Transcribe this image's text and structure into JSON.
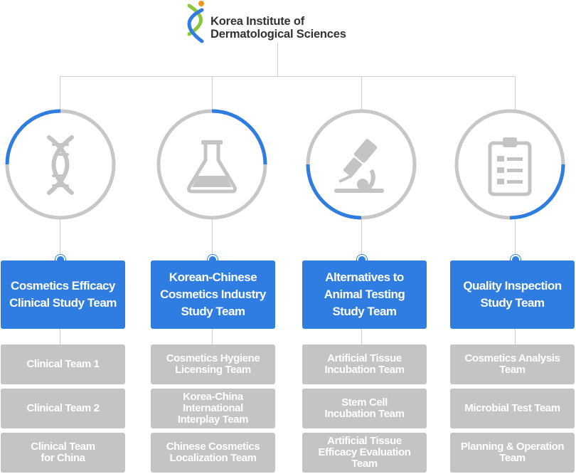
{
  "header": {
    "org_name_line1": "Korea Institute of",
    "org_name_line2": "Dermatological Sciences",
    "logo_icon": "dna-helix-logo-icon"
  },
  "colors": {
    "accent_blue": "#2f7de1",
    "ring_gray": "#c7c7c7",
    "icon_gray": "#c4c4c4",
    "sub_team_gray": "#c4c4c4",
    "connector_gray": "#cfcfcf"
  },
  "divisions": [
    {
      "icon": "dna-icon",
      "progress": 0.25,
      "team": "Cosmetics Efficacy\nClinical Study Team",
      "sub_teams": [
        "Clinical Team 1",
        "Clinical Team 2",
        "Clinical Team\nfor China"
      ]
    },
    {
      "icon": "flask-icon",
      "progress": 0.25,
      "team": "Korean-Chinese\nCosmetics Industry\nStudy Team",
      "sub_teams": [
        "Cosmetics Hygiene\nLicensing Team",
        "Korea-China\nInternational\nInterplay Team",
        "Chinese Cosmetics\nLocalization Team"
      ]
    },
    {
      "icon": "microscope-icon",
      "progress": 0.25,
      "team": "Alternatives to\nAnimal Testing\nStudy Team",
      "sub_teams": [
        "Artificial Tissue\nIncubation Team",
        "Stem Cell\nIncubation Team",
        "Artificial Tissue\nEfficacy Evaluation\nTeam"
      ]
    },
    {
      "icon": "clipboard-checklist-icon",
      "progress": 0.25,
      "team": "Quality Inspection\nStudy Team",
      "sub_teams": [
        "Cosmetics Analysis\nTeam",
        "Microbial Test Team",
        "Planning & Operation\nTeam"
      ]
    }
  ]
}
